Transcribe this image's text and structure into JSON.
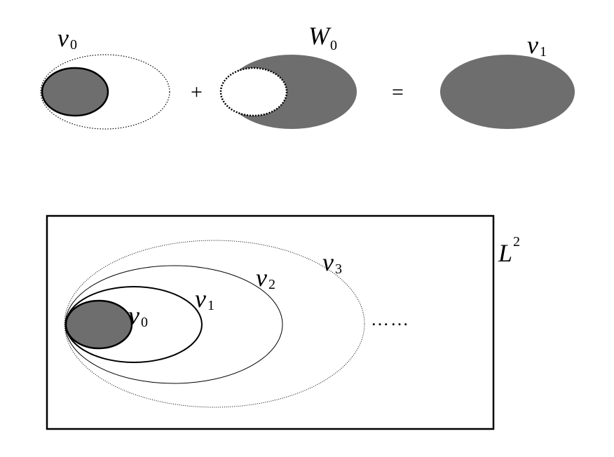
{
  "top": {
    "v0": {
      "symbol": "ν",
      "sub": "0"
    },
    "w0": {
      "symbol": "W",
      "sub": "0"
    },
    "v1": {
      "symbol": "ν",
      "sub": "1"
    },
    "plus": "+",
    "equals": "="
  },
  "bottom": {
    "space": {
      "symbol": "L",
      "sup": "2"
    },
    "v0": {
      "symbol": "ν",
      "sub": "0"
    },
    "v1": {
      "symbol": "ν",
      "sub": "1"
    },
    "v2": {
      "symbol": "ν",
      "sub": "2"
    },
    "v3": {
      "symbol": "ν",
      "sub": "3"
    },
    "ellipsis": "……"
  },
  "colors": {
    "fill": "#6e6e6e",
    "stroke": "#000000",
    "background": "#ffffff"
  }
}
